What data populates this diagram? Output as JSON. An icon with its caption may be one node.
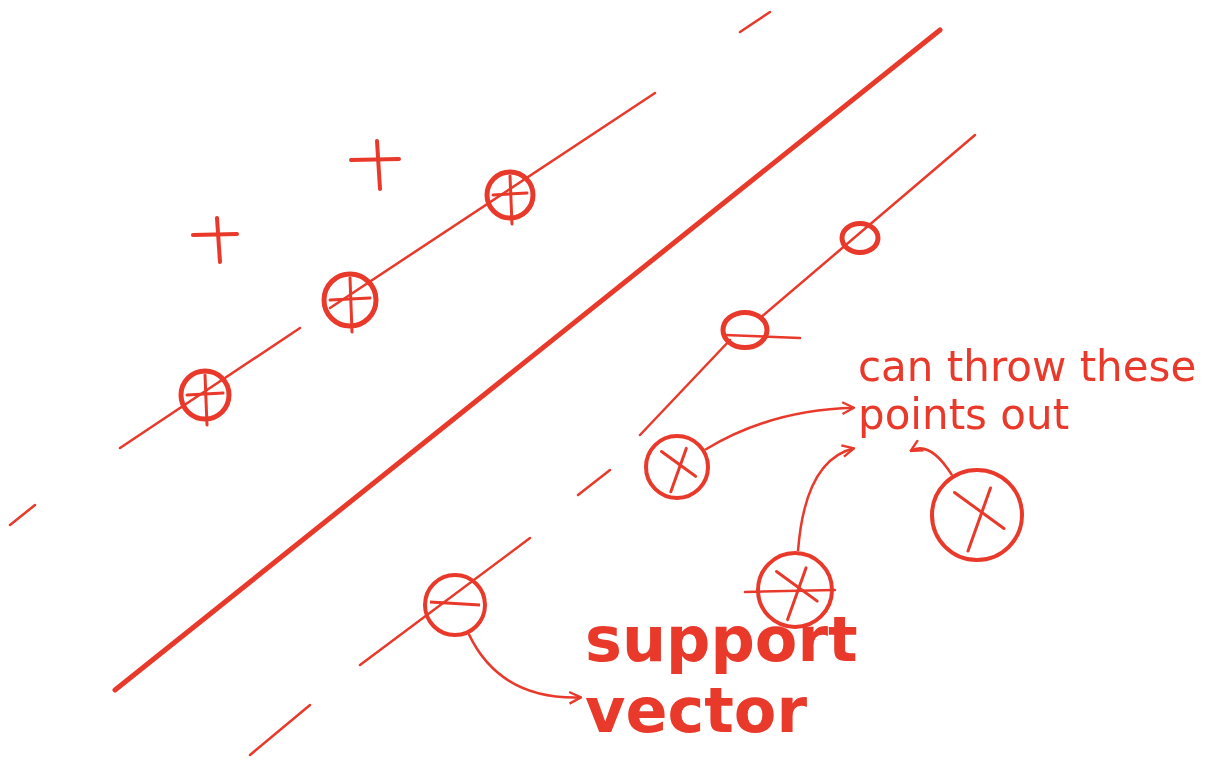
{
  "diagram": {
    "nodes": [
      {
        "text": [
          "can throw these points out"
        ]
      },
      {
        "text": [],
        "shape": "circle"
      },
      {
        "text": [],
        "shape": "circle"
      },
      {
        "text": [],
        "shape": "circle"
      },
      {
        "text": [],
        "shape": "circle"
      },
      {
        "text": [
          "support vector"
        ]
      }
    ],
    "edges": [
      {
        "from": 1,
        "to": 0,
        "arrow": "to"
      },
      {
        "from": 2,
        "to": 0,
        "arrow": "to"
      },
      {
        "from": 3,
        "to": 0,
        "arrow": "to"
      },
      {
        "from": 4,
        "to": 5,
        "arrow": "to"
      }
    ]
  }
}
